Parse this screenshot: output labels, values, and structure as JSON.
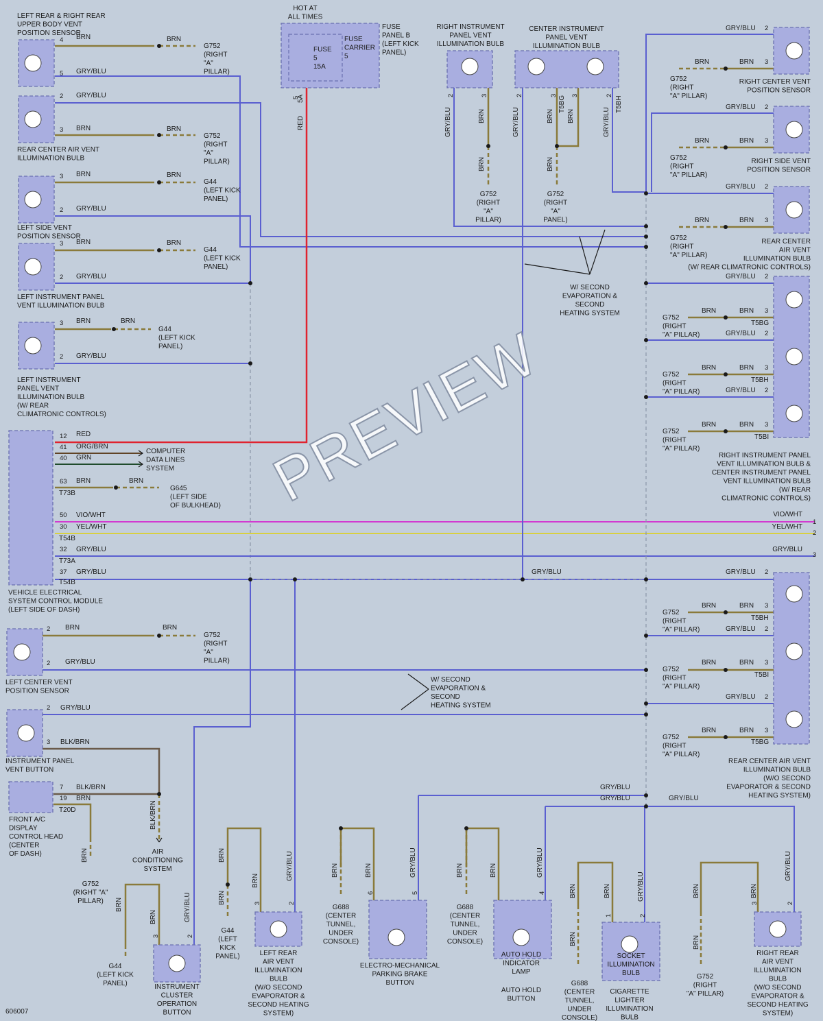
{
  "labels": {
    "luu": [
      "LEFT REAR & RIGHT REAR",
      "UPPER BODY VENT",
      "POSITION SENSOR"
    ],
    "rcv_bulb": [
      "REAR CENTER AIR VENT",
      "ILLUMINATION BULB"
    ],
    "lsv": [
      "LEFT SIDE VENT",
      "POSITION SENSOR"
    ],
    "lipv": [
      "LEFT INSTRUMENT PANEL",
      "VENT ILLUMINATION BULB"
    ],
    "lipv2": [
      "LEFT INSTRUMENT",
      "PANEL VENT",
      "ILLUMINATION BULB",
      "(W/ REAR",
      "CLIMATRONIC CONTROLS)"
    ],
    "vesc": [
      "VEHICLE ELECTRICAL",
      "SYSTEM CONTROL MODULE",
      "(LEFT SIDE OF DASH)"
    ],
    "lcv": [
      "LEFT CENTER VENT",
      "POSITION SENSOR"
    ],
    "ipvb": [
      "INSTRUMENT PANEL",
      "VENT BUTTON"
    ],
    "fac": [
      "FRONT A/C",
      "DISPLAY",
      "CONTROL HEAD",
      "(CENTER",
      "OF DASH)"
    ],
    "acsys": [
      "AIR",
      "CONDITIONING",
      "SYSTEM"
    ],
    "hot": [
      "HOT AT",
      "ALL TIMES"
    ],
    "fusepanel": [
      "FUSE",
      "PANEL B",
      "(LEFT KICK",
      "PANEL)"
    ],
    "fuse": [
      "FUSE",
      "5",
      "15A"
    ],
    "fusecarrier": [
      "FUSE",
      "CARRIER",
      "5"
    ],
    "ripv": [
      "RIGHT INSTRUMENT",
      "PANEL VENT",
      "ILLUMINATION BULB"
    ],
    "cipv": [
      "CENTER INSTRUMENT",
      "PANEL VENT",
      "ILLUMINATION BULB"
    ],
    "rcvps": [
      "RIGHT CENTER VENT",
      "POSITION SENSOR"
    ],
    "rsvps": [
      "RIGHT SIDE VENT",
      "POSITION SENSOR"
    ],
    "rcav": [
      "REAR CENTER",
      "AIR VENT",
      "ILLUMINATION BULB",
      "(W/ REAR CLIMATRONIC CONTROLS)"
    ],
    "wsecond": [
      "W/ SECOND",
      "EVAPORATION &",
      "SECOND",
      "HEATING SYSTEM"
    ],
    "ripvb": [
      "RIGHT INSTRUMENT PANEL",
      "VENT ILLUMINATION BULB &",
      "CENTER INSTRUMENT PANEL",
      "VENT ILLUMINATION BULB",
      "(W/ REAR",
      "CLIMATRONIC CONTROLS)"
    ],
    "rcavb": [
      "REAR CENTER AIR VENT",
      "ILLUMINATION BULB",
      "(W/O SECOND",
      "EVAPORATOR & SECOND",
      "HEATING SYSTEM)"
    ],
    "wsecond2": [
      "W/ SECOND",
      "EVAPORATION &",
      "SECOND",
      "HEATING SYSTEM"
    ],
    "icob": [
      "INSTRUMENT",
      "CLUSTER",
      "OPERATION",
      "BUTTON"
    ],
    "lrav": [
      "LEFT REAR",
      "AIR VENT",
      "ILLUMINATION",
      "BULB",
      "(W/O SECOND",
      "EVAPORATOR &",
      "SECOND HEATING",
      "SYSTEM)"
    ],
    "empb": [
      "ELECTRO-MECHANICAL",
      "PARKING BRAKE",
      "BUTTON"
    ],
    "ahil": [
      "AUTO HOLD",
      "INDICATOR",
      "LAMP"
    ],
    "ahb": [
      "AUTO HOLD",
      "BUTTON"
    ],
    "sib": [
      "SOCKET",
      "ILLUMINATION",
      "BULB"
    ],
    "clib": [
      "CIGARETTE",
      "LIGHTER",
      "ILLUMINATION",
      "BULB"
    ],
    "rrav": [
      "RIGHT REAR",
      "AIR VENT",
      "ILLUMINATION",
      "BULB",
      "(W/O SECOND",
      "EVAPORATOR &",
      "SECOND HEATING",
      "SYSTEM)"
    ],
    "cdl": [
      "COMPUTER",
      "DATA LINES",
      "SYSTEM"
    ],
    "g645": [
      "G645",
      "(LEFT SIDE",
      "OF BULKHEAD)"
    ],
    "g752_pillar": [
      "G752",
      "(RIGHT \"A\"",
      "PILLAR)"
    ],
    "g752_vert": [
      "G752",
      "(RIGHT",
      "\"A\"",
      "PILLAR)"
    ],
    "g752_panel": [
      "G752",
      "(RIGHT",
      "\"A\"",
      "PANEL)"
    ],
    "g752_r": [
      "G752",
      "(RIGHT",
      "\"A\" PILLAR)"
    ],
    "g44": [
      "G44",
      "(LEFT KICK",
      "PANEL)"
    ],
    "g44_v": [
      "G44",
      "(LEFT",
      "KICK",
      "PANEL)"
    ],
    "g688": [
      "G688",
      "(CENTER",
      "TUNNEL,",
      "UNDER",
      "CONSOLE)"
    ],
    "c_gryblu": "GRY/BLU",
    "c_brn": "BRN",
    "c_red": "RED",
    "c_orgbrn": "ORG/BRN",
    "c_grn": "GRN",
    "c_viowht": "VIO/WHT",
    "c_yelwht": "YEL/WHT",
    "c_blkbrn": "BLK/BRN",
    "c_5a": "5A",
    "t73b": "T73B",
    "t54b": "T54B",
    "t73a": "T73A",
    "t20d": "T20D",
    "t5bg": "T5BG",
    "t5bh": "T5BH",
    "t5bi": "T5BI",
    "code": "606007",
    "preview": "PREVIEW"
  },
  "colors": {
    "background": "#c3cedb",
    "gry_blu": "#5a5fd0",
    "brn": "#8a7a3a",
    "red": "#e0232f",
    "vio_wht": "#d23ad0",
    "yel_wht": "#d8d040",
    "grn": "#2aa04a",
    "org_brn": "#d98b3a",
    "component": "#a9aee0"
  }
}
